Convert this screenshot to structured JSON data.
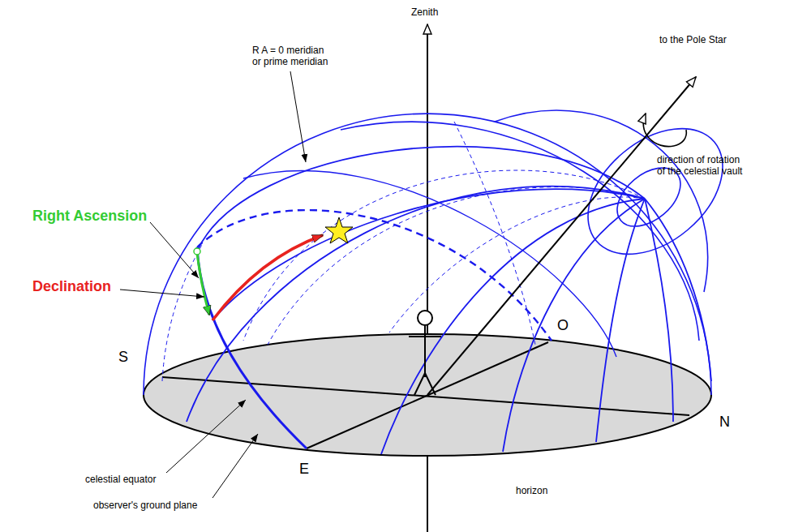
{
  "diagram": {
    "labels": [
      "Zenith",
      "R A = 0 meridian or prime meridian",
      "to the Pole Star",
      "Right Ascension",
      "direction of rotation of the celestial vault",
      "Declination",
      "S",
      "O",
      "E",
      "N",
      "celestial equator",
      "horizon",
      "observer's ground plane"
    ]
  }
}
